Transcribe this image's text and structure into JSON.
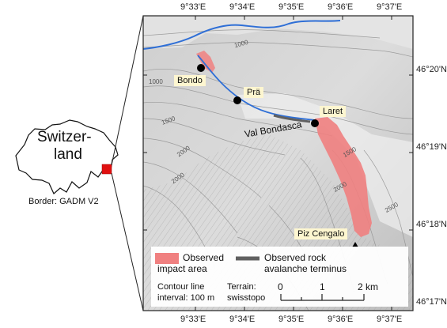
{
  "axes": {
    "top_ticks": [
      "9°33'E",
      "9°34'E",
      "9°35'E",
      "9°36'E",
      "9°37'E"
    ],
    "bottom_ticks": [
      "9°33'E",
      "9°34'E",
      "9°35'E",
      "9°36'E",
      "9°37'E"
    ],
    "right_ticks": [
      "46°20'N",
      "46°19'N",
      "46°18'N",
      "46°17'N"
    ]
  },
  "inset": {
    "country_label_line1": "Switzer-",
    "country_label_line2": "land",
    "border_source": "Border: GADM V2"
  },
  "places": {
    "bondo": "Bondo",
    "pra": "Prä",
    "laret": "Laret",
    "val_bondasca": "Val Bondasca",
    "piz_cengalo": "Piz Cengalo"
  },
  "contours": [
    "1000",
    "1000",
    "1500",
    "1500",
    "2000",
    "2000",
    "2000",
    "2500"
  ],
  "legend": {
    "impact_line1": "Observed",
    "impact_line2": "impact area",
    "terminus_line1": "Observed rock",
    "terminus_line2": "avalanche terminus",
    "contour_line1": "Contour line",
    "contour_line2": "interval: 100 m",
    "terrain_line1": "Terrain:",
    "terrain_line2": "swisstopo",
    "scale_labels": [
      "0",
      "1",
      "2 km"
    ]
  },
  "colors": {
    "impact_area": "#f08080",
    "river": "#2f6fd6",
    "terminus": "#606060",
    "inset_marker": "#e01010"
  }
}
